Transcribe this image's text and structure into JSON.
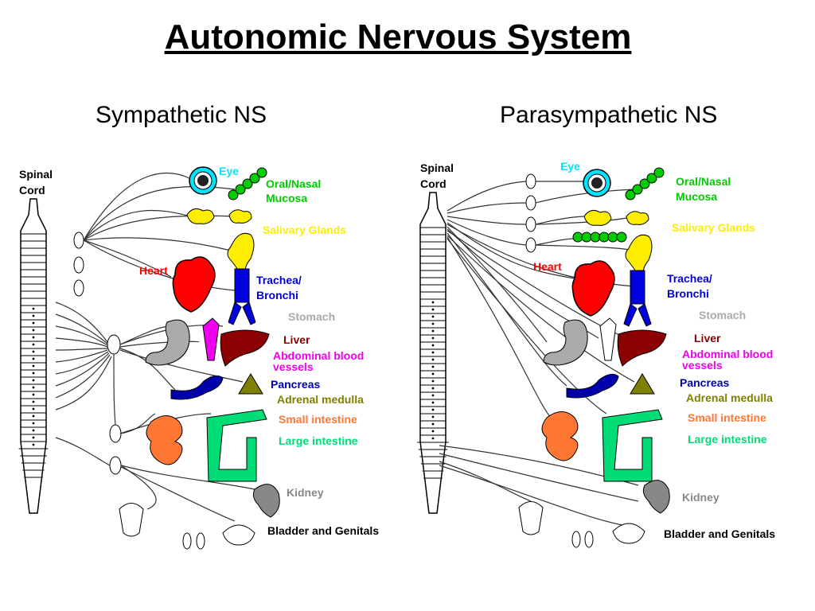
{
  "title": "Autonomic Nervous System",
  "subtitles": {
    "left": "Sympathetic NS",
    "right": "Parasympathetic NS"
  },
  "spinal_cord_label": [
    "Spinal",
    "Cord"
  ],
  "labels": {
    "eye": "Eye",
    "oral_nasal_1": "Oral/Nasal",
    "oral_nasal_2": "Mucosa",
    "salivary": "Salivary Glands",
    "heart": "Heart",
    "trachea_1": "Trachea/",
    "trachea_2": "Bronchi",
    "stomach": "Stomach",
    "liver": "Liver",
    "abdominal_1": "Abdominal blood",
    "abdominal_2": "vessels",
    "pancreas": "Pancreas",
    "adrenal": "Adrenal medulla",
    "small_intestine": "Small intestine",
    "large_intestine": "Large intestine",
    "kidney": "Kidney",
    "bladder": "Bladder and Genitals"
  },
  "colors": {
    "eye": "#00e5ff",
    "mucosa": "#00cc00",
    "salivary": "#ffee00",
    "heart": "#ff0000",
    "trachea": "#0000dd",
    "stomach": "#aaaaaa",
    "liver": "#8b0000",
    "abdominal": "#ee00ee",
    "pancreas": "#0000aa",
    "adrenal": "#808000",
    "small_intestine": "#ff7733",
    "large_intestine": "#00dd77",
    "kidney": "#888888",
    "bladder": "#000000"
  }
}
